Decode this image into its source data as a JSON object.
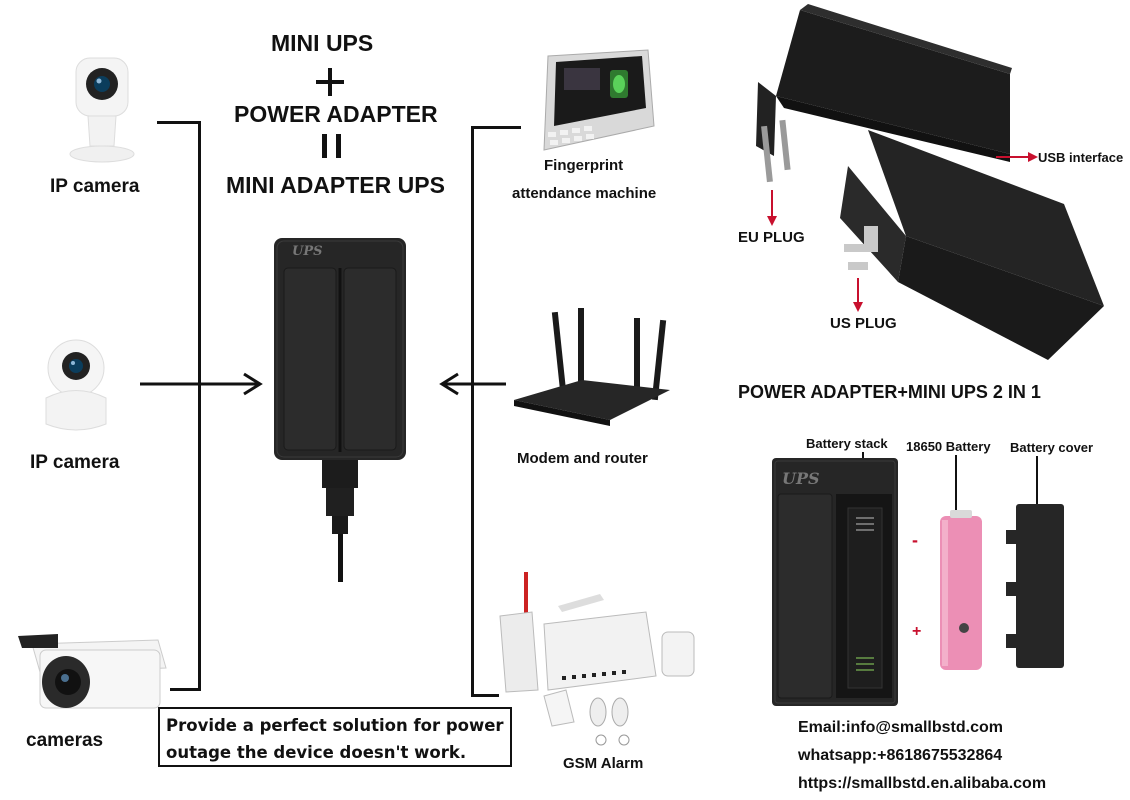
{
  "headline": {
    "line1": "MINI UPS",
    "plus": "+",
    "line2": "POWER ADAPTER",
    "equals": "| |",
    "line3": "MINI ADAPTER UPS"
  },
  "left_devices": [
    {
      "label": "IP camera",
      "icon": "dome-camera-icon"
    },
    {
      "label": "IP camera",
      "icon": "pan-tilt-camera-icon"
    },
    {
      "label": "cameras",
      "icon": "bullet-camera-icon"
    }
  ],
  "right_devices": [
    {
      "label_line1": "Fingerprint",
      "label_line2": "attendance machine",
      "icon": "fingerprint-machine-icon"
    },
    {
      "label": "Modem and router",
      "icon": "router-icon"
    },
    {
      "label": "GSM Alarm",
      "icon": "gsm-alarm-icon"
    }
  ],
  "center_device": {
    "brand_text": "UPS",
    "icon": "mini-ups-adapter-icon"
  },
  "note": {
    "line1": "Provide a perfect solution for power",
    "line2": "outage the device doesn't work."
  },
  "product_top": {
    "usb_label": "USB interface",
    "eu_label": "EU PLUG",
    "us_label": "US PLUG",
    "caption": "POWER ADAPTER+MINI UPS 2 IN 1"
  },
  "product_bottom": {
    "brand_text": "UPS",
    "battery_stack_label": "Battery stack",
    "battery_label": "18650 Battery",
    "cover_label": "Battery cover",
    "minus": "-",
    "plus": "+"
  },
  "contact": {
    "email": "Email:info@smallbstd.com",
    "whatsapp": "whatsapp:+8618675532864",
    "url": "https://smallbstd.en.alibaba.com"
  },
  "colors": {
    "accent_red": "#c8102e",
    "device_black": "#1e1e1e",
    "battery_pink": "#ec8fb5"
  }
}
